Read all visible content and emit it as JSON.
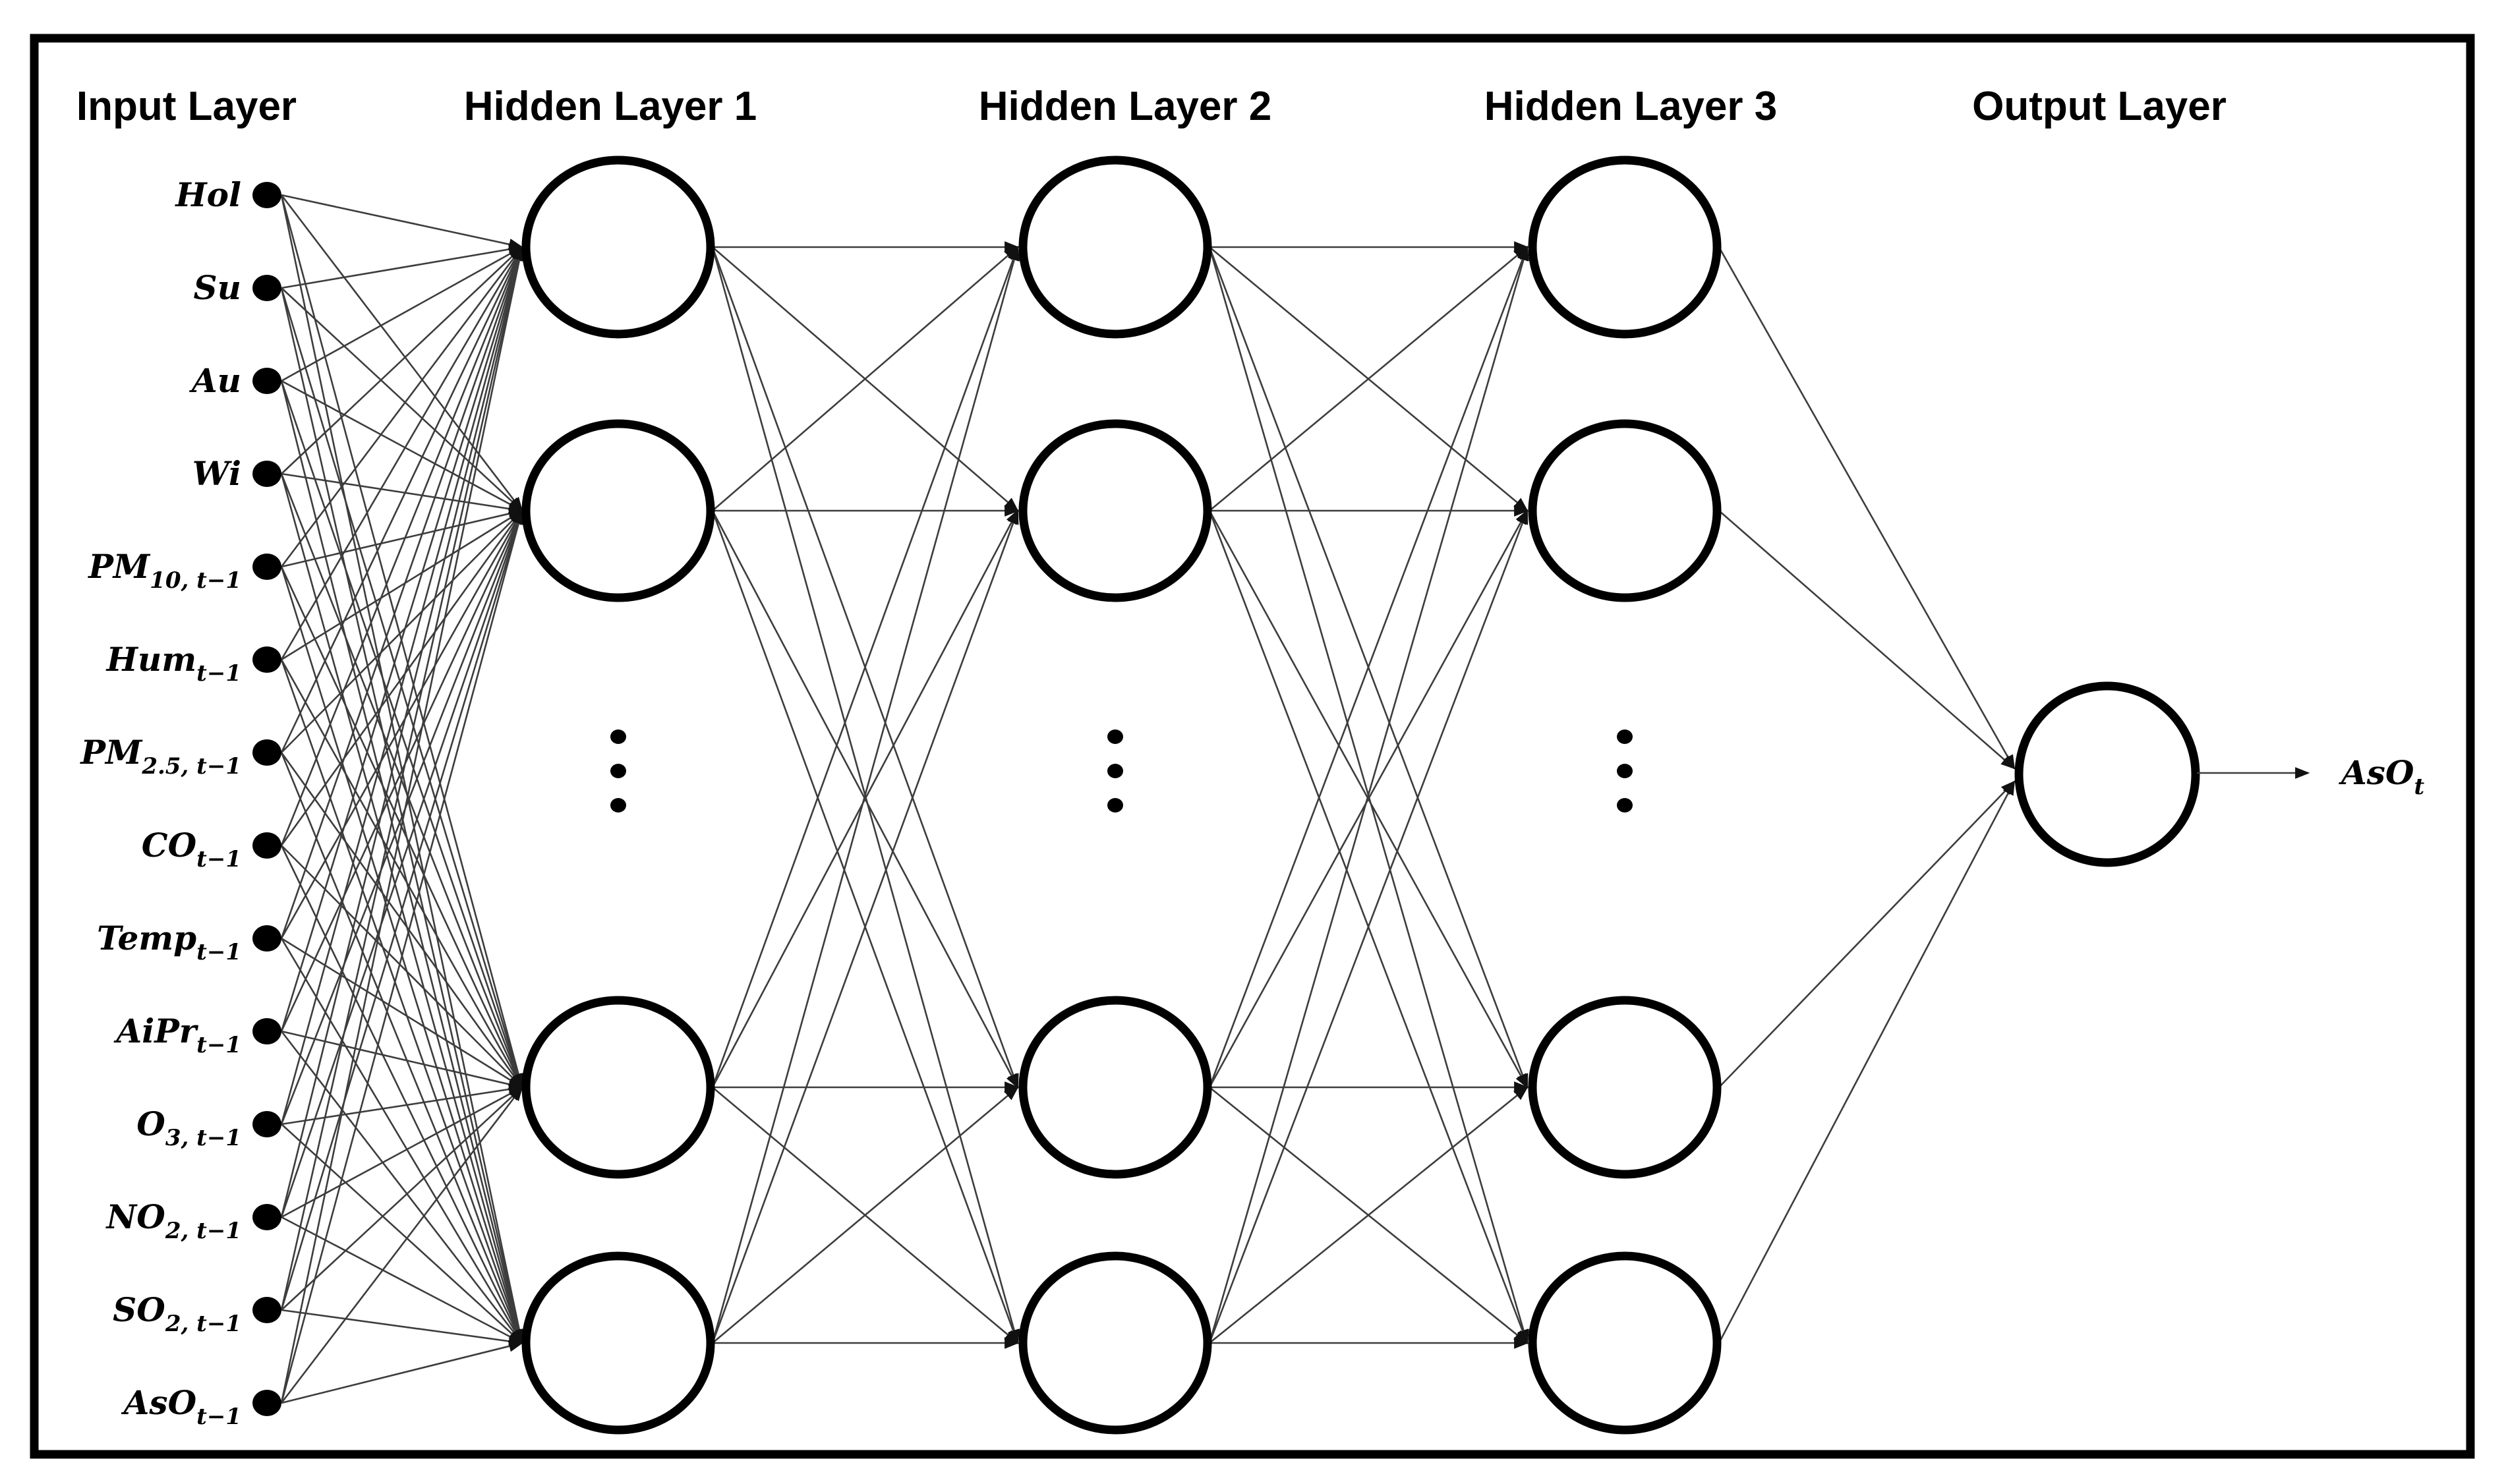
{
  "figure": {
    "background": "#ffffff",
    "ink_color": "#000000",
    "edge_color": "#3d3d3d",
    "layers": [
      {
        "type": "input",
        "title": "Input Layer",
        "nodes": [
          {
            "base": "Hol",
            "sub": ""
          },
          {
            "base": "Su",
            "sub": ""
          },
          {
            "base": "Au",
            "sub": ""
          },
          {
            "base": "Wi",
            "sub": ""
          },
          {
            "base": "PM",
            "sub": "10, t−1"
          },
          {
            "base": "Hum",
            "sub": "t−1"
          },
          {
            "base": "PM",
            "sub": "2.5, t−1"
          },
          {
            "base": "CO",
            "sub": "t−1"
          },
          {
            "base": "Temp",
            "sub": "t−1"
          },
          {
            "base": "AiPr",
            "sub": "t−1"
          },
          {
            "base": "O",
            "sub": "3, t−1"
          },
          {
            "base": "NO",
            "sub": "2, t−1"
          },
          {
            "base": "SO",
            "sub": "2, t−1"
          },
          {
            "base": "AsO",
            "sub": "t−1"
          }
        ]
      },
      {
        "type": "hidden",
        "title": "Hidden Layer 1",
        "visible_nodes": 4,
        "ellipsis": true
      },
      {
        "type": "hidden",
        "title": "Hidden Layer 2",
        "visible_nodes": 4,
        "ellipsis": true
      },
      {
        "type": "hidden",
        "title": "Hidden Layer 3",
        "visible_nodes": 4,
        "ellipsis": true
      },
      {
        "type": "output",
        "title": "Output Layer",
        "visible_nodes": 1,
        "output_label": {
          "base": "AsO",
          "sub": "t"
        }
      }
    ],
    "connectivity": "fully-connected-between-adjacent-layers"
  }
}
